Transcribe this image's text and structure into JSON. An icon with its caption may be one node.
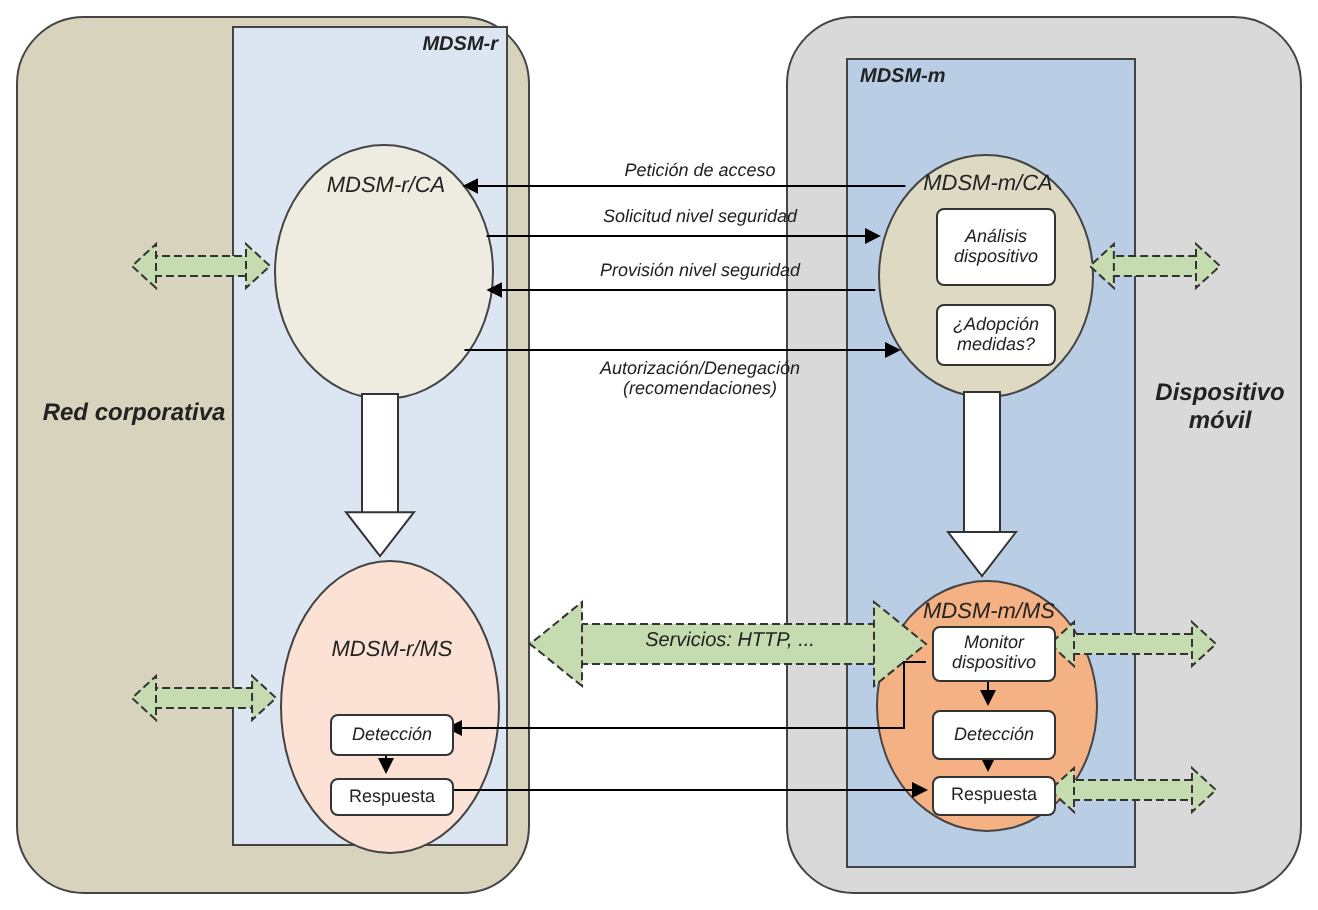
{
  "diagram": {
    "nodes": [
      {
        "text": [
          "Red corporativa"
        ]
      },
      {
        "text": [
          "MDSM-r"
        ],
        "in": 0
      },
      {
        "text": [
          "MDSM-r/CA"
        ],
        "in": 1
      },
      {
        "text": [
          "MDSM-r/MS"
        ],
        "in": 1
      },
      {
        "text": [
          "Detección"
        ],
        "in": 3
      },
      {
        "text": [
          "Respuesta"
        ],
        "in": 3
      },
      {
        "text": [
          "Dispositivo móvil"
        ]
      },
      {
        "text": [
          "MDSM-m"
        ],
        "in": 6
      },
      {
        "text": [
          "MDSM-m/CA"
        ],
        "in": 7
      },
      {
        "text": [
          "Análisis dispositivo"
        ],
        "in": 8
      },
      {
        "text": [
          "¿Adopción medidas?"
        ],
        "in": 8
      },
      {
        "text": [
          "MDSM-m/MS"
        ],
        "in": 7
      },
      {
        "text": [
          "Monitor dispositivo"
        ],
        "in": 11
      },
      {
        "text": [
          "Detección"
        ],
        "in": 11
      },
      {
        "text": [
          "Respuesta"
        ],
        "in": 11
      }
    ],
    "edges": [
      {
        "from": 8,
        "to": 2,
        "arrow": "to",
        "label": "Petición de acceso"
      },
      {
        "from": 2,
        "to": 8,
        "arrow": "to",
        "label": "Solicitud nivel seguridad"
      },
      {
        "from": 8,
        "to": 2,
        "arrow": "to",
        "label": "Provisión nivel seguridad"
      },
      {
        "from": 2,
        "to": 8,
        "arrow": "to",
        "label": "Autorización/Denegación (recomendaciones)"
      },
      {
        "from": 2,
        "to": 3,
        "arrow": "to",
        "style": "thick",
        "color": "#ffffff"
      },
      {
        "from": 8,
        "to": 11,
        "arrow": "to",
        "style": "thick",
        "color": "#ffffff"
      },
      {
        "from": null,
        "to": 2,
        "arrow": "both",
        "style": "dashed",
        "color": "#c4dcb0"
      },
      {
        "from": 8,
        "to": null,
        "arrow": "both",
        "style": "dashed",
        "color": "#c4dcb0"
      },
      {
        "from": 0,
        "to": 12,
        "arrow": "both",
        "style": "dashed",
        "color": "#c4dcb0",
        "label": "Servicios: HTTP, ..."
      },
      {
        "from": null,
        "to": 3,
        "arrow": "both",
        "style": "dashed",
        "color": "#c4dcb0"
      },
      {
        "from": 12,
        "to": null,
        "arrow": "both",
        "style": "dashed",
        "color": "#c4dcb0"
      },
      {
        "from": 14,
        "to": null,
        "arrow": "both",
        "style": "dashed",
        "color": "#c4dcb0"
      },
      {
        "from": 12,
        "to": 4,
        "arrow": "to"
      },
      {
        "from": 4,
        "to": 5,
        "arrow": "to"
      },
      {
        "from": 5,
        "to": 14,
        "arrow": "to"
      },
      {
        "from": 12,
        "to": 13,
        "arrow": "to"
      },
      {
        "from": 13,
        "to": 14,
        "arrow": "to"
      }
    ]
  }
}
